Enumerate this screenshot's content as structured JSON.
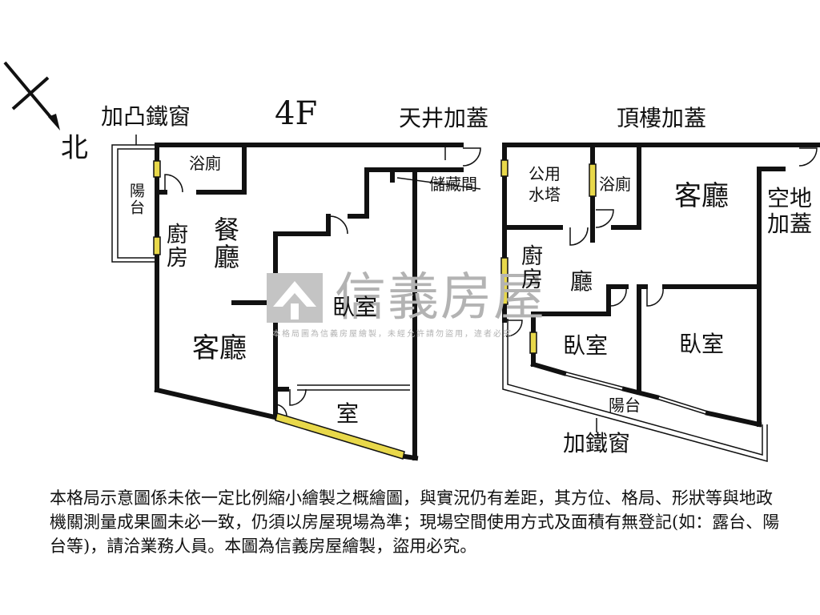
{
  "compass": {
    "north_label": "北"
  },
  "floor_4f": {
    "title": "4F",
    "bay_window_label": "加凸鐵窗",
    "courtyard_cover_label": "天井加蓋",
    "storage_label": "儲藏間",
    "bathroom_label": "浴廁",
    "balcony_label": "陽台",
    "kitchen_label": "廚房",
    "dining_label": "餐廳",
    "living_label": "客廳",
    "bedroom_label": "臥室",
    "room_label": "室"
  },
  "rooftop": {
    "title": "頂樓加蓋",
    "water_tower_label": "公用水塔",
    "bathroom_label": "浴廁",
    "living_label": "客廳",
    "open_space_label": "空地加蓋",
    "kitchen_label": "廚房",
    "hall_label": "廳",
    "bedroom_left_label": "臥室",
    "bedroom_right_label": "臥室",
    "balcony_label": "陽台",
    "iron_window_label": "加鐵窗"
  },
  "watermark": {
    "brand": "信義房屋",
    "notice": "本格局圖為信義房屋繪製，未經允許請勿盜用，違者必究"
  },
  "disclaimer": "本格局示意圖係未依一定比例縮小繪製之概繪圖，與實況仍有差距，其方位、格局、形狀等與地政機關測量成果圖未必一致，仍須以房屋現場為準；現場空間使用方式及面積有無登記(如：露台、陽台等)，請洽業務人員。本圖為信義房屋繪製，盜用必究。",
  "colors": {
    "wall": "#111111",
    "window": "#e8d84a",
    "watermark": "#b3b3b3"
  }
}
